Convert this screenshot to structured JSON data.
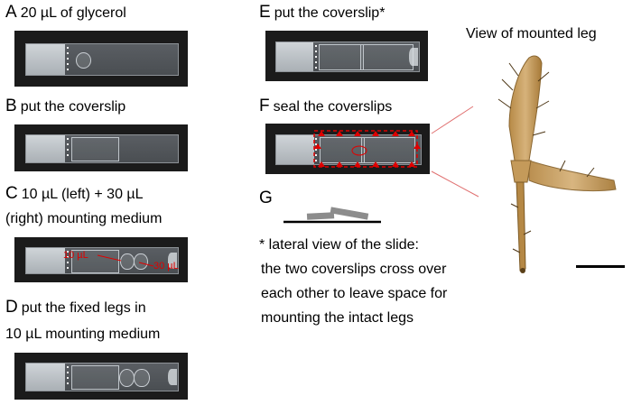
{
  "panels": {
    "a": {
      "letter": "A",
      "text": "20 µL of glycerol"
    },
    "b": {
      "letter": "B",
      "text": "put the coverslip"
    },
    "c": {
      "letter": "C",
      "line1": "10 µL (left) + 30 µL",
      "line2": "(right) mounting medium",
      "label_left": "10 µL",
      "label_right": "30 µL"
    },
    "d": {
      "letter": "D",
      "line1": "put the fixed legs in",
      "line2": "10 µL mounting medium"
    },
    "e": {
      "letter": "E",
      "text": "put the coverslip*"
    },
    "f": {
      "letter": "F",
      "text": "seal the coverslips"
    },
    "g": {
      "letter": "G"
    }
  },
  "note": {
    "line1": "* lateral view of the slide:",
    "line2": "the two coverslips cross over",
    "line3": "each other to leave space for",
    "line4": "mounting the intact legs"
  },
  "leg": {
    "title": "View of mounted leg"
  },
  "colors": {
    "annotation_red": "#e00000",
    "zoom_line": "#e07070",
    "coverslip_gray": "#8c8c8c"
  }
}
